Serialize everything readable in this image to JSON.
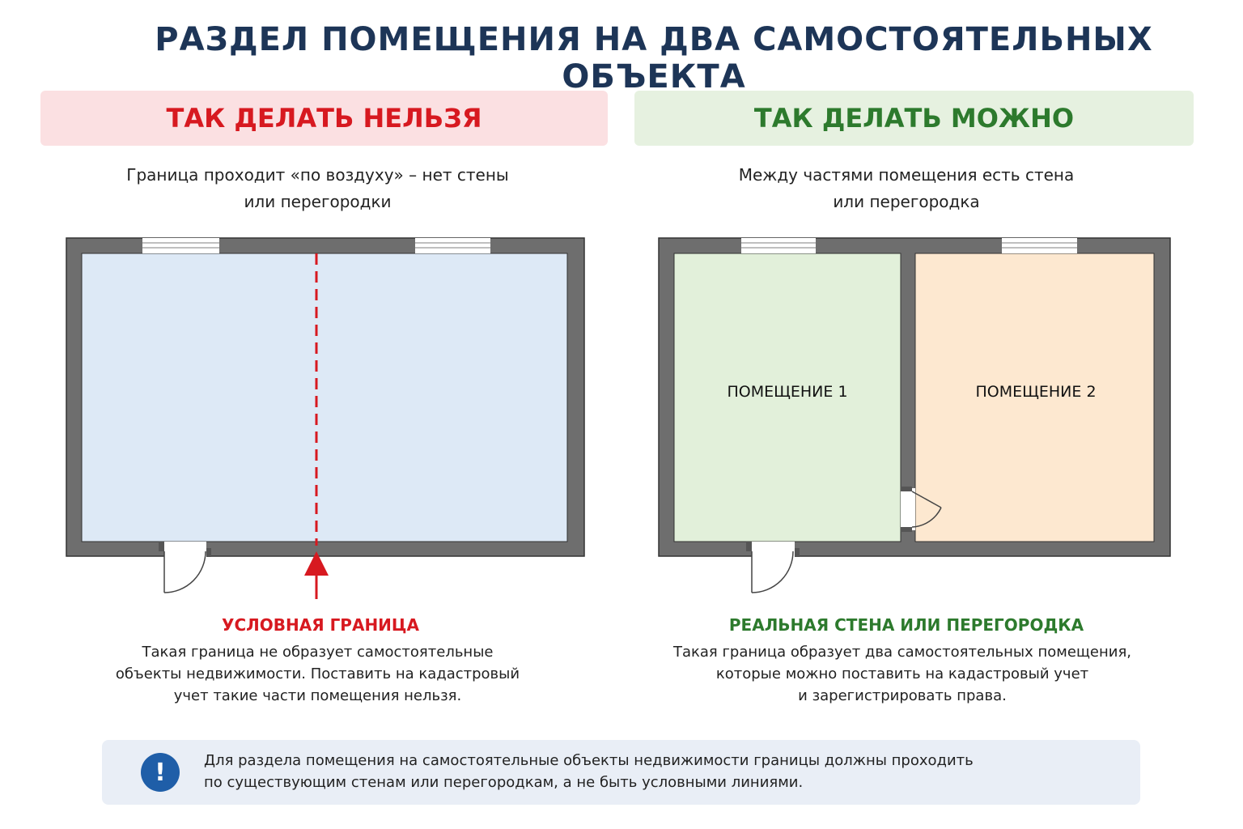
{
  "title": "РАЗДЕЛ ПОМЕЩЕНИЯ НА ДВА САМОСТОЯТЕЛЬНЫХ ОБЪЕКТА",
  "left": {
    "banner": "ТАК ДЕЛАТЬ НЕЛЬЗЯ",
    "subtitle_line1": "Граница проходит «по воздуху» – нет стены",
    "subtitle_line2": "или перегородки",
    "caption_heading": "УСЛОВНАЯ ГРАНИЦА",
    "caption_line1": "Такая граница не образует самостоятельные",
    "caption_line2": "объекты недвижимости. Поставить на кадастровый",
    "caption_line3": "учет такие части помещения нельзя."
  },
  "right": {
    "banner": "ТАК ДЕЛАТЬ МОЖНО",
    "subtitle_line1": "Между частями помещения есть стена",
    "subtitle_line2": "или перегородка",
    "room1_label": "ПОМЕЩЕНИЕ 1",
    "room2_label": "ПОМЕЩЕНИЕ 2",
    "caption_heading": "РЕАЛЬНАЯ СТЕНА ИЛИ ПЕРЕГОРОДКА",
    "caption_line1": "Такая граница образует два самостоятельных помещения,",
    "caption_line2": "которые можно поставить на кадастровый учет",
    "caption_line3": "и зарегистрировать права."
  },
  "note": {
    "icon": "exclamation-icon",
    "line1": "Для раздела помещения на самостоятельные объекты недвижимости границы должны проходить",
    "line2": "по существующим стенам или перегородкам, а не быть условными линиями."
  },
  "colors": {
    "title": "#1d3557",
    "bad": "#d71920",
    "good": "#2d7a2d",
    "wall": "#6e6e6e",
    "room_single": "#dde9f6",
    "room_1": "#e2f0da",
    "room_2": "#fde8d0"
  }
}
